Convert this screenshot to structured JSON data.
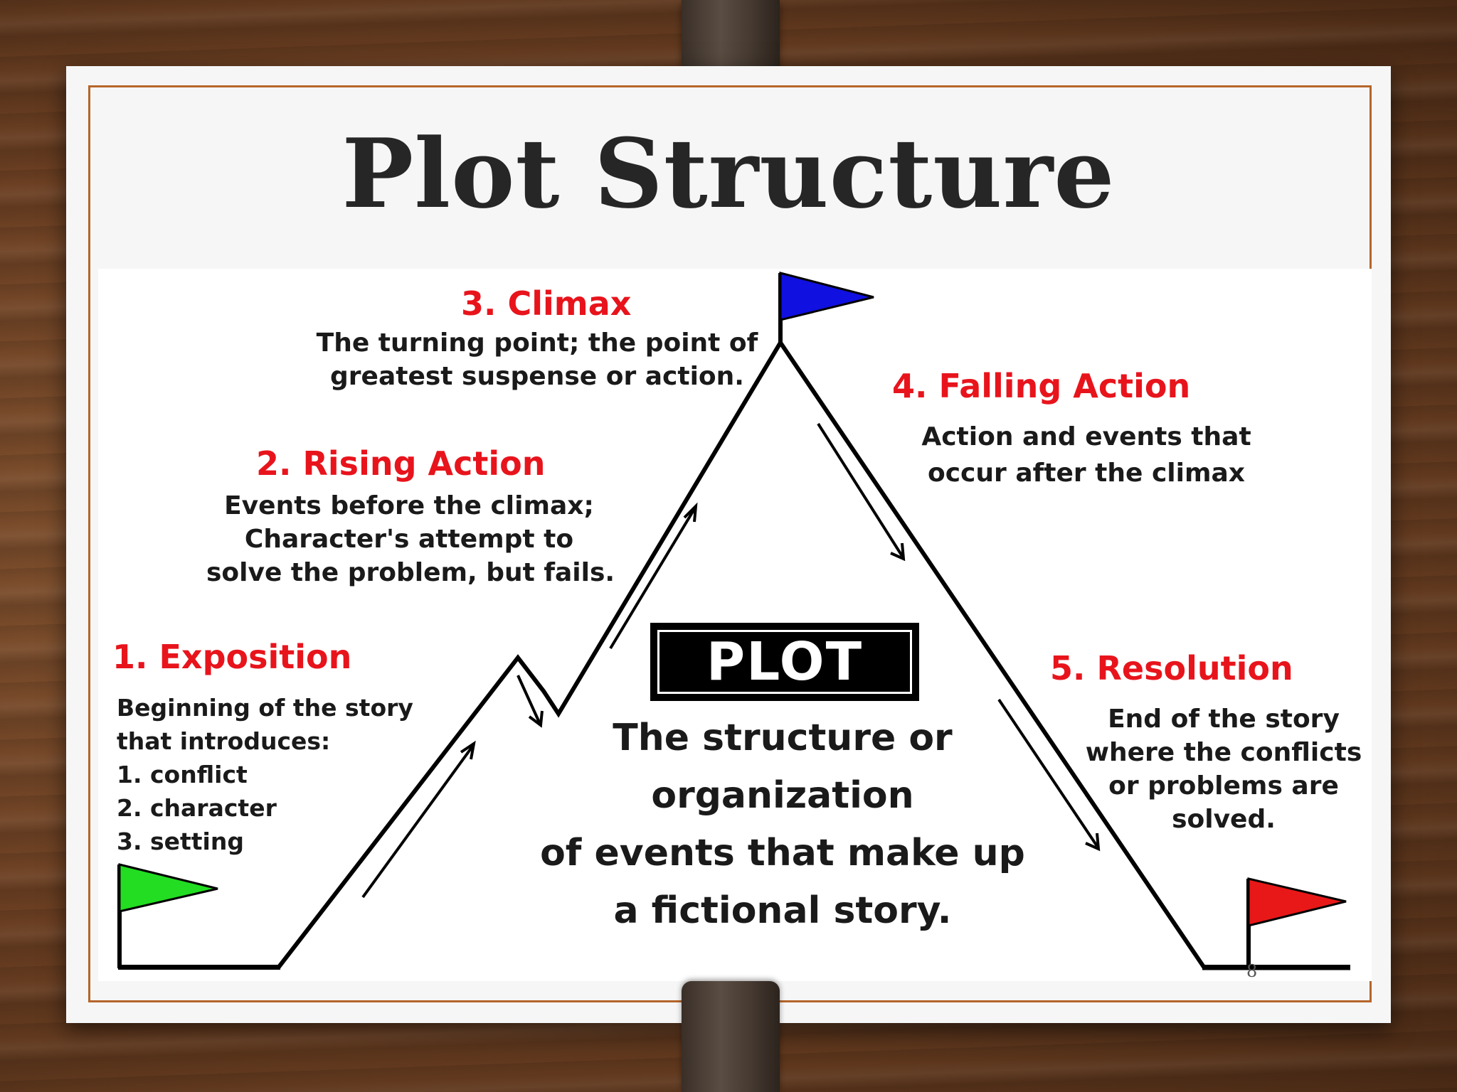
{
  "title": "Plot Structure",
  "stages": [
    {
      "heading": "1. Exposition",
      "lines": [
        "Beginning of the story",
        "that introduces:"
      ],
      "list": [
        "1. conflict",
        "2. character",
        "3. setting"
      ],
      "flag_color": "#22dd22"
    },
    {
      "heading": "2. Rising Action",
      "lines": [
        "Events before the climax;",
        "Character's attempt to",
        "solve the problem, but fails."
      ]
    },
    {
      "heading": "3. Climax",
      "lines": [
        "The turning point; the point of",
        "greatest suspense or action."
      ],
      "flag_color": "#1010e0"
    },
    {
      "heading": "4. Falling Action",
      "lines": [
        "Action and events that",
        "occur after the climax"
      ]
    },
    {
      "heading": "5. Resolution",
      "lines": [
        "End of the story",
        "where the conflicts",
        "or problems are",
        "solved."
      ],
      "flag_color": "#e81818"
    }
  ],
  "center": {
    "label": "PLOT",
    "definition": [
      "The structure or",
      "organization",
      "of events that make up",
      "a fictional story."
    ]
  },
  "page_number": "8",
  "colors": {
    "heading": "#e8141c",
    "frame_border": "#b5652b"
  }
}
